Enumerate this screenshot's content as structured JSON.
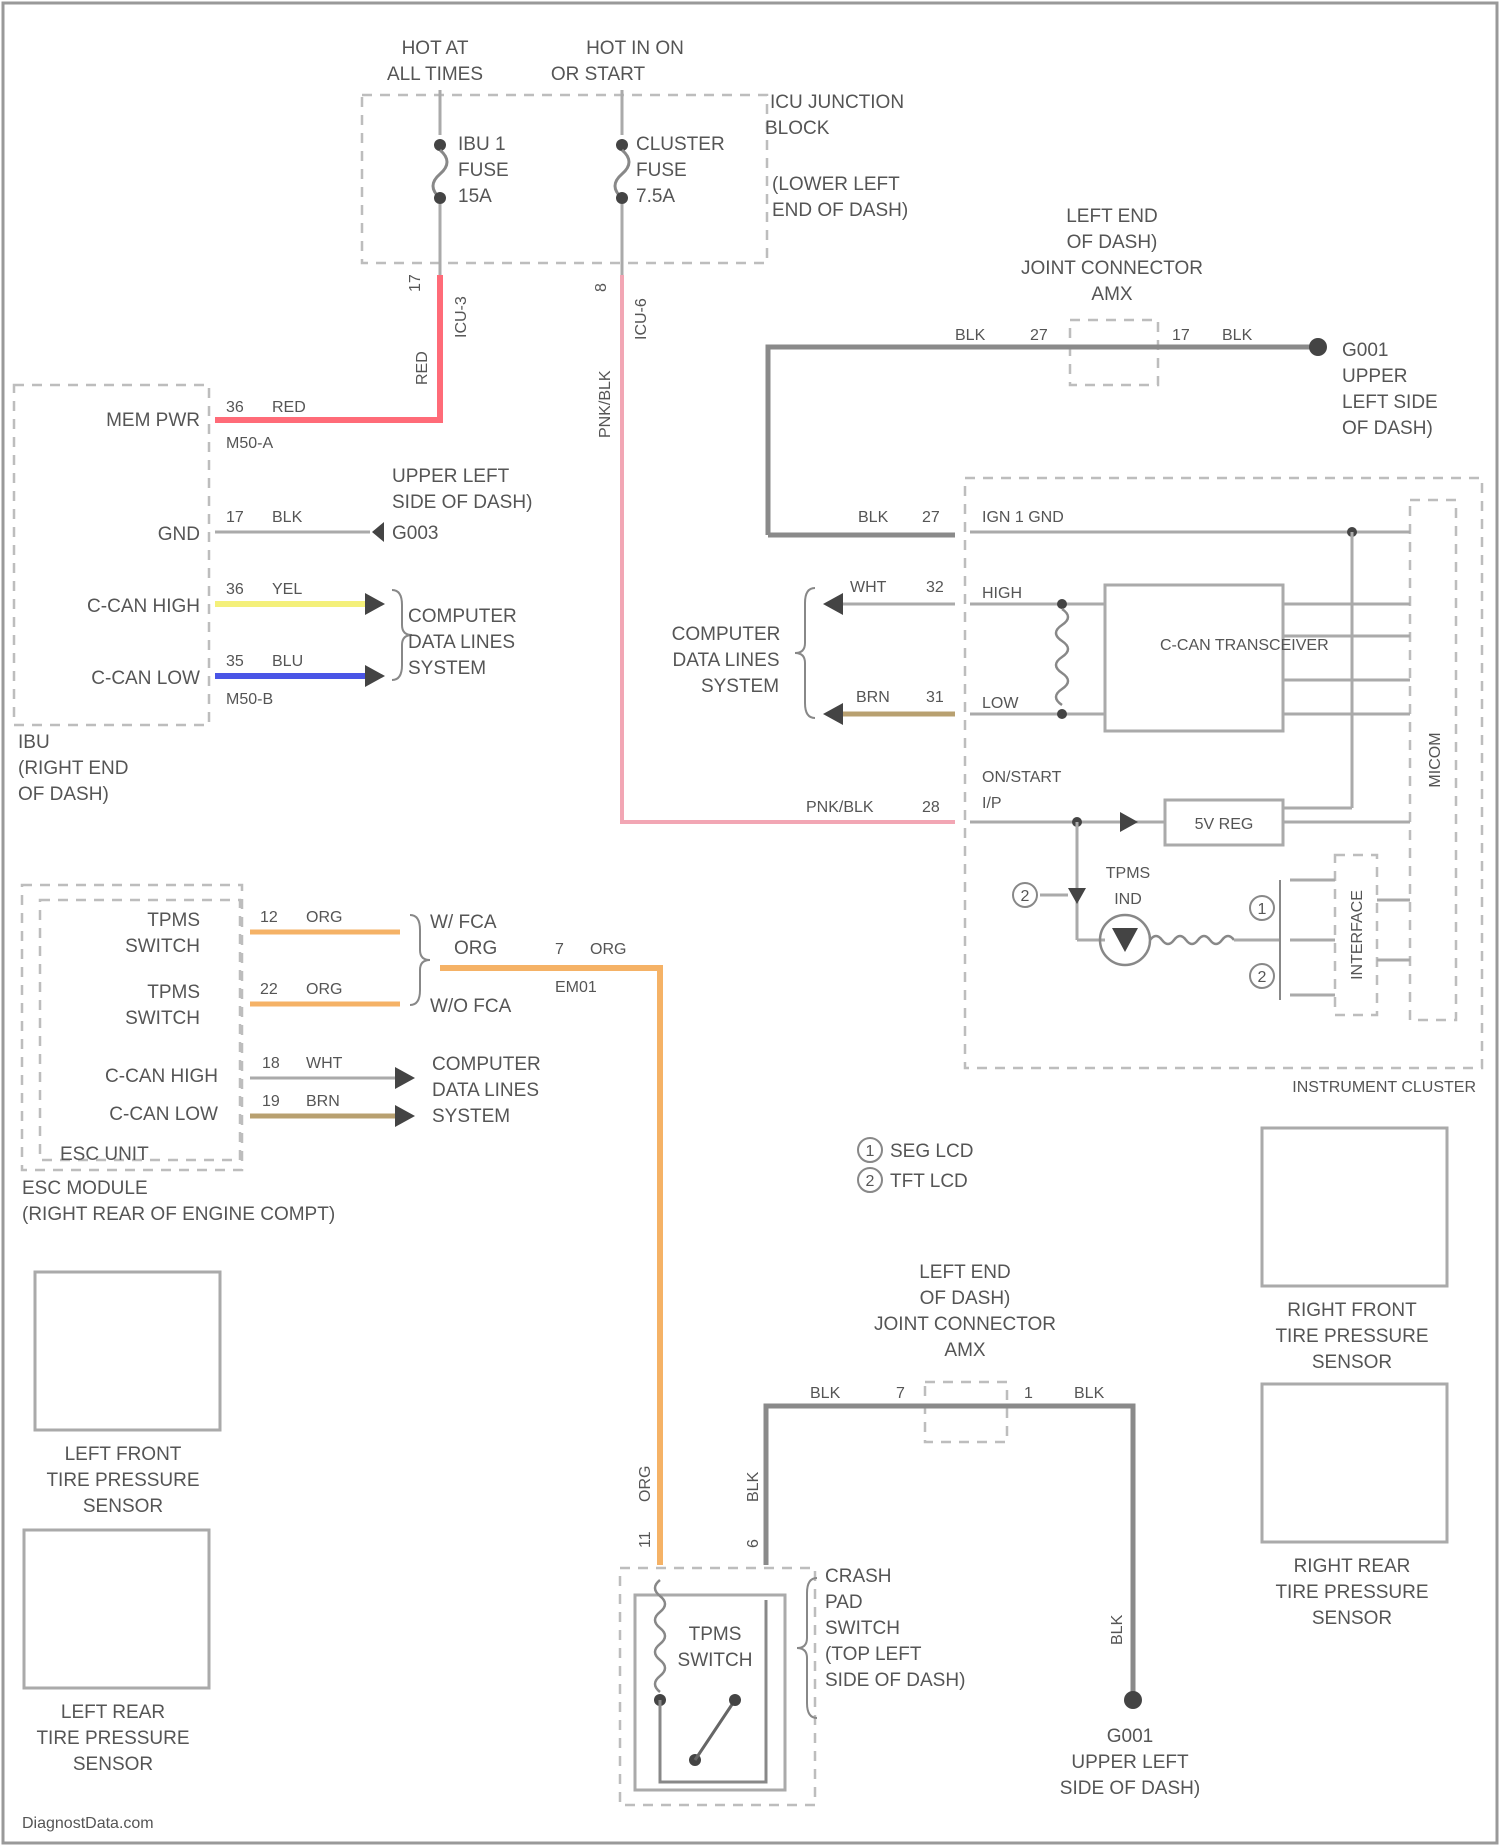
{
  "diagram": {
    "top": {
      "hot_always": [
        "HOT AT",
        "ALL TIMES"
      ],
      "hot_run": [
        "HOT IN ON",
        "OR START"
      ],
      "junction_block": [
        "ICU JUNCTION",
        "BLOCK"
      ],
      "junction_location": [
        "(LOWER LEFT",
        "END OF DASH)"
      ],
      "fuse1": [
        "IBU 1",
        "FUSE",
        "15A"
      ],
      "fuse2": [
        "CLUSTER",
        "FUSE",
        "7.5A"
      ],
      "pin17": "17",
      "conn1": "ICU-3",
      "wire_red": "RED",
      "pin8": "8",
      "conn2": "ICU-6",
      "wire_pnk": "PNK/BLK"
    },
    "ibu": {
      "mem_pwr": "MEM PWR",
      "pin_mem": "36",
      "mem_color": "RED",
      "conn_a": "M50-A",
      "gnd": "GND",
      "pin_gnd": "17",
      "gnd_color": "BLK",
      "gnd_loc": [
        "UPPER LEFT",
        "SIDE OF DASH)"
      ],
      "gnd_id": "G003",
      "can_high": "C-CAN HIGH",
      "pin_ch": "36",
      "ch_color": "YEL",
      "can_low": "C-CAN LOW",
      "pin_cl": "35",
      "cl_color": "BLU",
      "conn_b": "M50-B",
      "cds": [
        "COMPUTER",
        "DATA LINES",
        "SYSTEM"
      ],
      "name": [
        "IBU",
        "(RIGHT END",
        "OF DASH)"
      ]
    },
    "joint1": {
      "title": [
        "LEFT END",
        "OF DASH)",
        "JOINT CONNECTOR",
        "AMX"
      ],
      "blk1": "BLK",
      "pin27": "27",
      "pin17": "17",
      "blk2": "BLK",
      "ground": [
        "G001",
        "UPPER",
        "LEFT SIDE",
        "OF DASH)"
      ]
    },
    "cluster": {
      "blk": "BLK",
      "pin27": "27",
      "gnd_label": "IGN 1 GND",
      "wht": "WHT",
      "pin32": "32",
      "high": "HIGH",
      "brn": "BRN",
      "pin31": "31",
      "low": "LOW",
      "cds": [
        "COMPUTER",
        "DATA LINES",
        "SYSTEM"
      ],
      "transceiver": "C-CAN TRANSCEIVER",
      "on_start": [
        "ON/START",
        "I/P"
      ],
      "pnk": "PNK/BLK",
      "pin28": "28",
      "vreg": "5V REG",
      "micom": "MICOM",
      "tpms_ind": [
        "TPMS",
        "IND"
      ],
      "interface": "INTERFACE",
      "name": "INSTRUMENT CLUSTER",
      "n1": "1",
      "n2": "2"
    },
    "esc": {
      "tpms_sw1": [
        "TPMS",
        "SWITCH"
      ],
      "pin12": "12",
      "org1": "ORG",
      "tpms_sw2": [
        "TPMS",
        "SWITCH"
      ],
      "pin22": "22",
      "org2": "ORG",
      "wfca": "W/ FCA",
      "wofca": "W/O FCA",
      "org3": "ORG",
      "pin7": "7",
      "org4": "ORG",
      "em01": "EM01",
      "can_high": "C-CAN HIGH",
      "pin_ch": "18",
      "ch_color": "WHT",
      "can_low": "C-CAN LOW",
      "pin_cl": "19",
      "cl_color": "BRN",
      "cds": [
        "COMPUTER",
        "DATA LINES",
        "SYSTEM"
      ],
      "name": [
        "ESC UNIT",
        "ESC MODULE",
        "(RIGHT REAR OF ENGINE COMPT)"
      ]
    },
    "legend": [
      {
        "num": "1",
        "text": "SEG LCD"
      },
      {
        "num": "2",
        "text": "TFT LCD"
      }
    ],
    "joint2": {
      "title": [
        "LEFT END",
        "OF DASH)",
        "JOINT CONNECTOR",
        "AMX"
      ],
      "blk1": "BLK",
      "pin7": "7",
      "pin1": "1",
      "blk2": "BLK"
    },
    "switch": {
      "org": "ORG",
      "pin11": "11",
      "blk": "BLK",
      "pin6": "6",
      "label": [
        "TPMS",
        "SWITCH"
      ],
      "location": [
        "CRASH",
        "PAD",
        "SWITCH",
        "(TOP LEFT",
        "SIDE OF DASH)"
      ],
      "blk_v": "BLK",
      "ground": [
        "G001",
        "UPPER LEFT",
        "SIDE OF DASH)"
      ]
    },
    "sensors": {
      "lf": [
        "LEFT FRONT",
        "TIRE PRESSURE",
        "SENSOR"
      ],
      "lr": [
        "LEFT REAR",
        "TIRE PRESSURE",
        "SENSOR"
      ],
      "rf": [
        "RIGHT FRONT",
        "TIRE PRESSURE",
        "SENSOR"
      ],
      "rr": [
        "RIGHT REAR",
        "TIRE PRESSURE",
        "SENSOR"
      ]
    },
    "watermark": "DiagnostData.com",
    "colors": {
      "red": "#ff6b78",
      "pink": "#f2a6b4",
      "yellow": "#f4f07a",
      "blue": "#4a55e6",
      "orange": "#f5b266",
      "gray": "#8a8a8a",
      "brown": "#b8a070"
    }
  }
}
